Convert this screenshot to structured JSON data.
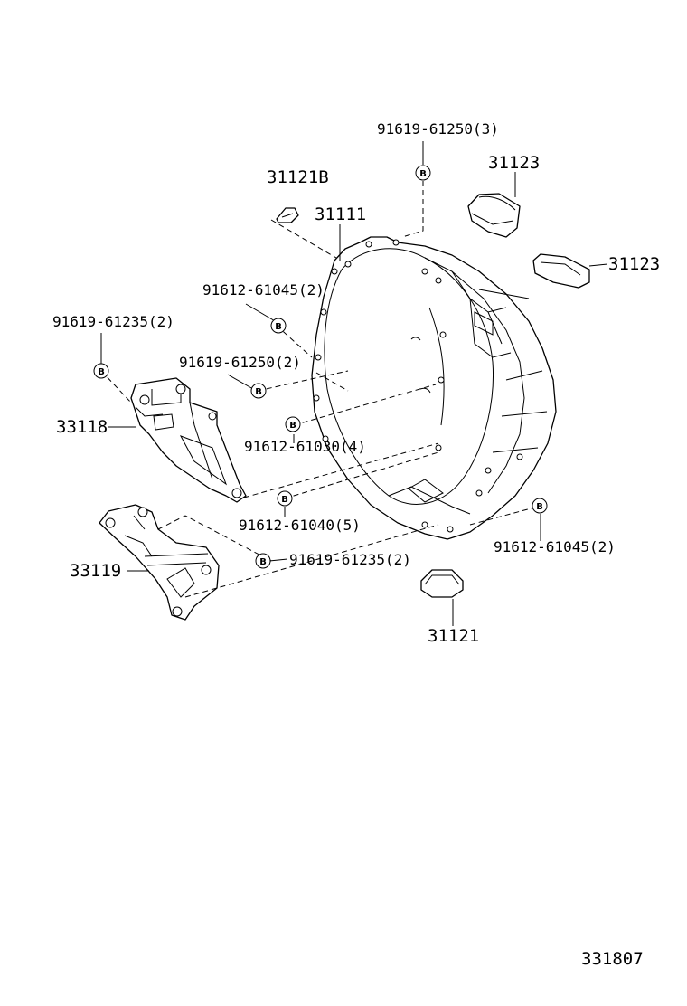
{
  "callouts": {
    "bolt_91619_61250_3": "91619-61250(3)",
    "part_31121B": "31121B",
    "part_31123_top": "31123",
    "part_31111": "31111",
    "part_31123_right": "31123",
    "bolt_91612_61045_2_upper": "91612-61045(2)",
    "bolt_91619_61235_2_left": "91619-61235(2)",
    "bolt_91619_61250_2": "91619-61250(2)",
    "part_33118": "33118",
    "bolt_91612_61030_4": "91612-61030(4)",
    "bolt_91612_61040_5": "91612-61040(5)",
    "bolt_91612_61045_2_lower": "91612-61045(2)",
    "part_33119": "33119",
    "bolt_91619_61235_2_lower": "91619-61235(2)",
    "part_31121": "31121"
  },
  "bolt_symbol": "B",
  "diagram_id": "331807"
}
